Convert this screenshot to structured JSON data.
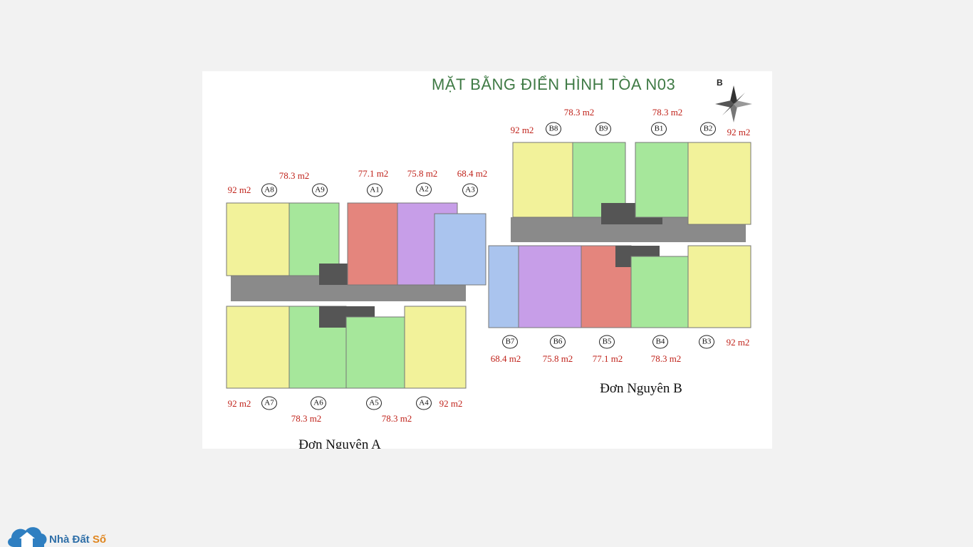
{
  "plan": {
    "title": "MẶT BẰNG ĐIỂN HÌNH TÒA N03",
    "compass_label": "B",
    "sections": {
      "a": "Đơn Nguyên A",
      "b": "Đơn Nguyên B"
    },
    "units": {
      "A1": {
        "id": "A1",
        "area": "77.1 m2"
      },
      "A2": {
        "id": "A2",
        "area": "75.8 m2"
      },
      "A3": {
        "id": "A3",
        "area": "68.4 m2"
      },
      "A4": {
        "id": "A4",
        "area": "92 m2"
      },
      "A5": {
        "id": "A5",
        "area": "78.3 m2"
      },
      "A6": {
        "id": "A6",
        "area": "78.3 m2"
      },
      "A7": {
        "id": "A7",
        "area": "92 m2"
      },
      "A8": {
        "id": "A8",
        "area": "92 m2"
      },
      "A9": {
        "id": "A9",
        "area": "78.3 m2"
      },
      "B1": {
        "id": "B1",
        "area": "78.3 m2"
      },
      "B2": {
        "id": "B2",
        "area": "92 m2"
      },
      "B3": {
        "id": "B3",
        "area": "92 m2"
      },
      "B4": {
        "id": "B4",
        "area": "78.3 m2"
      },
      "B5": {
        "id": "B5",
        "area": "77.1 m2"
      },
      "B6": {
        "id": "B6",
        "area": "75.8 m2"
      },
      "B7": {
        "id": "B7",
        "area": "68.4 m2"
      },
      "B8": {
        "id": "B8",
        "area": "92 m2"
      },
      "B9": {
        "id": "B9",
        "area": "78.3 m2"
      }
    },
    "unit_colors": {
      "92": "#f2f29a",
      "78.3": "#a6e79b",
      "77.1": "#e4857d",
      "75.8": "#c79ee8",
      "68.4": "#aac4ee",
      "corridor": "#8a8a8a",
      "core": "#555555"
    }
  },
  "logo": {
    "text_main": "Nhà Đất ",
    "text_accent": "Số"
  }
}
